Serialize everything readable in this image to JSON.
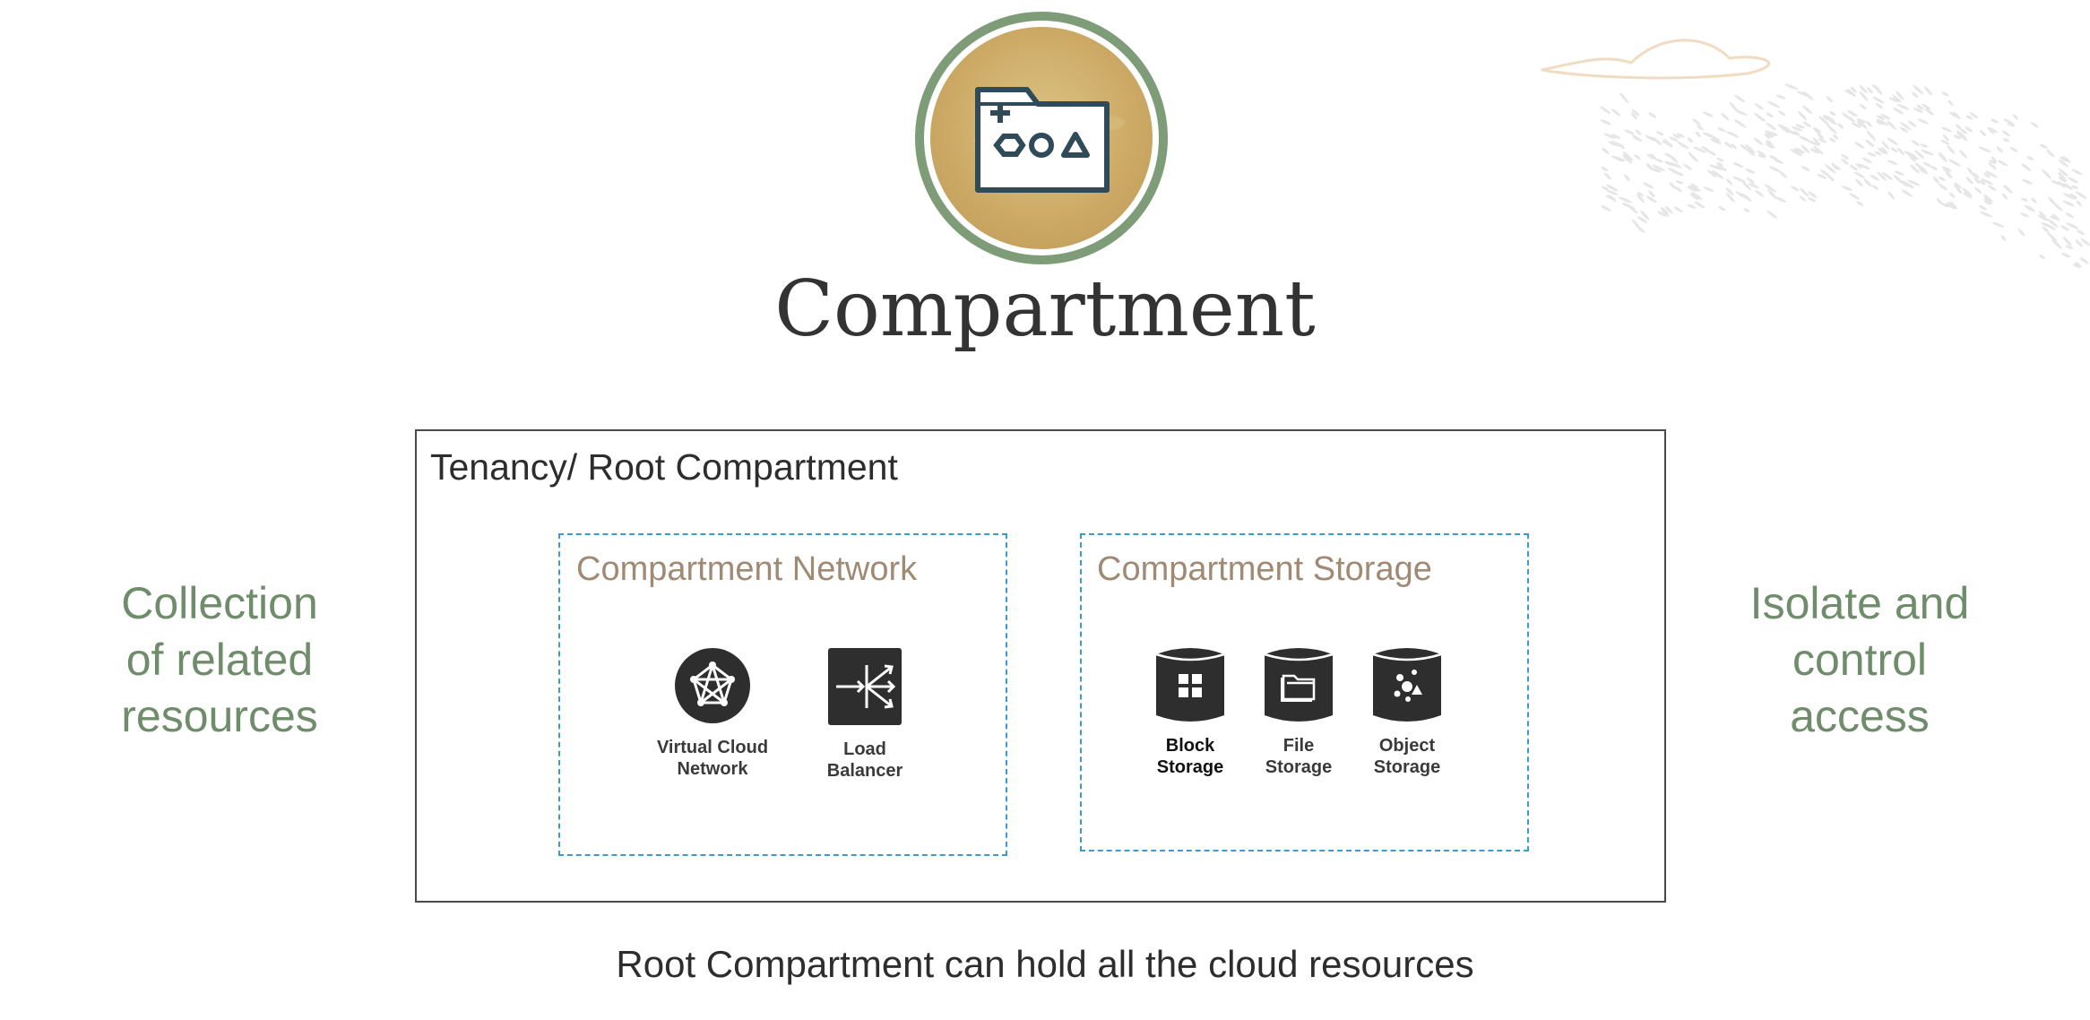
{
  "title": "Compartment",
  "left_text": [
    "Collection",
    "of related",
    "resources"
  ],
  "right_text": [
    "Isolate and",
    "control",
    "access"
  ],
  "tenancy_label": "Tenancy/ Root Compartment",
  "network": {
    "label": "Compartment Network",
    "services": [
      {
        "name": "Virtual Cloud",
        "name2": "Network",
        "icon": "vcn-icon"
      },
      {
        "name": "Load",
        "name2": "Balancer",
        "icon": "load-balancer-icon"
      }
    ]
  },
  "storage": {
    "label": "Compartment Storage",
    "services": [
      {
        "name": "Block",
        "name2": "Storage",
        "icon": "block-storage-icon"
      },
      {
        "name": "File",
        "name2": "Storage",
        "icon": "file-storage-icon"
      },
      {
        "name": "Object",
        "name2": "Storage",
        "icon": "object-storage-icon"
      }
    ]
  },
  "caption": "Root Compartment can hold all the cloud resources",
  "colors": {
    "badge_ring": "#7e9c77",
    "badge_fill": "#cfae6a",
    "side_text": "#6f8d6a",
    "dashed_border": "#3b9bcf",
    "sub_label": "#a08a74",
    "icon_dark": "#2e2e2e"
  }
}
